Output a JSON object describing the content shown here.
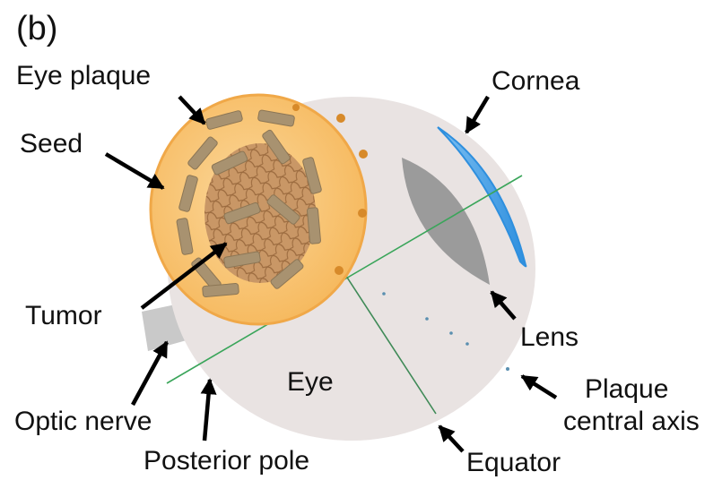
{
  "panel_label": "(b)",
  "labels": {
    "eye_plaque": "Eye plaque",
    "seed": "Seed",
    "tumor": "Tumor",
    "optic_nerve": "Optic nerve",
    "posterior_pole": "Posterior pole",
    "eye": "Eye",
    "equator": "Equator",
    "cornea": "Cornea",
    "lens": "Lens",
    "plaque_central_axis_line1": "Plaque",
    "plaque_central_axis_line2": "central axis"
  },
  "colors": {
    "eye": "#e9e3e2",
    "plaque": "#f6b85c",
    "plaque_light": "#fbd79a",
    "seed": "#a89270",
    "tumor": "#b7875a",
    "tumor_mesh": "#8a5a30",
    "lens": "#9b9b9b",
    "cornea": "#2e8fde",
    "cornea_light": "#7ec0f2",
    "optic_nerve": "#c9c9c9",
    "axis_line": "#3aa55a"
  }
}
